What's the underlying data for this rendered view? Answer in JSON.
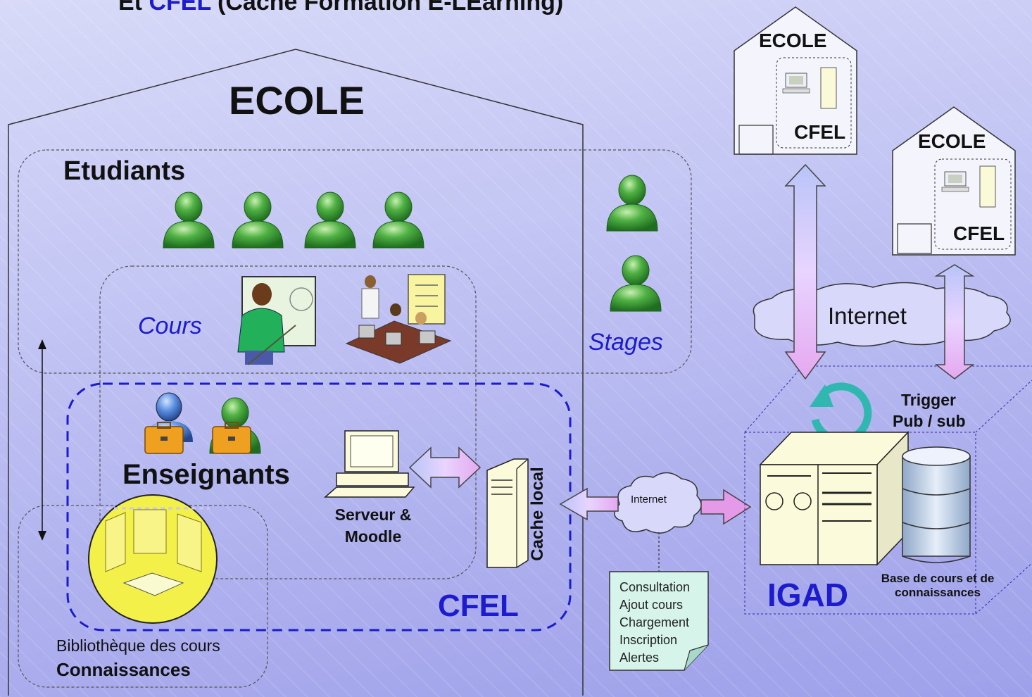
{
  "header": {
    "prefix": "Et ",
    "brand": "CFEL",
    "suffix": " (Cache Formation E-LEarning)"
  },
  "main_school": {
    "label": "ECOLE"
  },
  "students": {
    "label": "Etudiants"
  },
  "courses": {
    "label": "Cours"
  },
  "internships": {
    "label": "Stages"
  },
  "teachers": {
    "label": "Enseignants"
  },
  "server": {
    "line1": "Serveur &",
    "line2": "Moodle"
  },
  "cache": {
    "label": "Cache local"
  },
  "cfel_zone": {
    "label": "CFEL"
  },
  "library": {
    "line1": "Bibliothèque des cours",
    "line2": "Connaissances"
  },
  "small_cloud": {
    "label": "Internet"
  },
  "big_cloud": {
    "label": "Internet"
  },
  "actions": [
    "Consultation",
    "Ajout cours",
    "Chargement",
    "Inscription",
    "Alertes"
  ],
  "igad": {
    "label": "IGAD",
    "trigger": "Trigger",
    "pubsub": "Pub / sub",
    "db_line1": "Base de cours et de",
    "db_line2": "connaissances"
  },
  "remote_schools": [
    {
      "label": "ECOLE",
      "cfel": "CFEL"
    },
    {
      "label": "ECOLE",
      "cfel": "CFEL"
    }
  ],
  "colors": {
    "accent_blue": "#1c1ccc",
    "person_green": "#3fa83a",
    "arrow_lilac": "#c8a8ee",
    "library_yellow": "#f4f04a"
  }
}
